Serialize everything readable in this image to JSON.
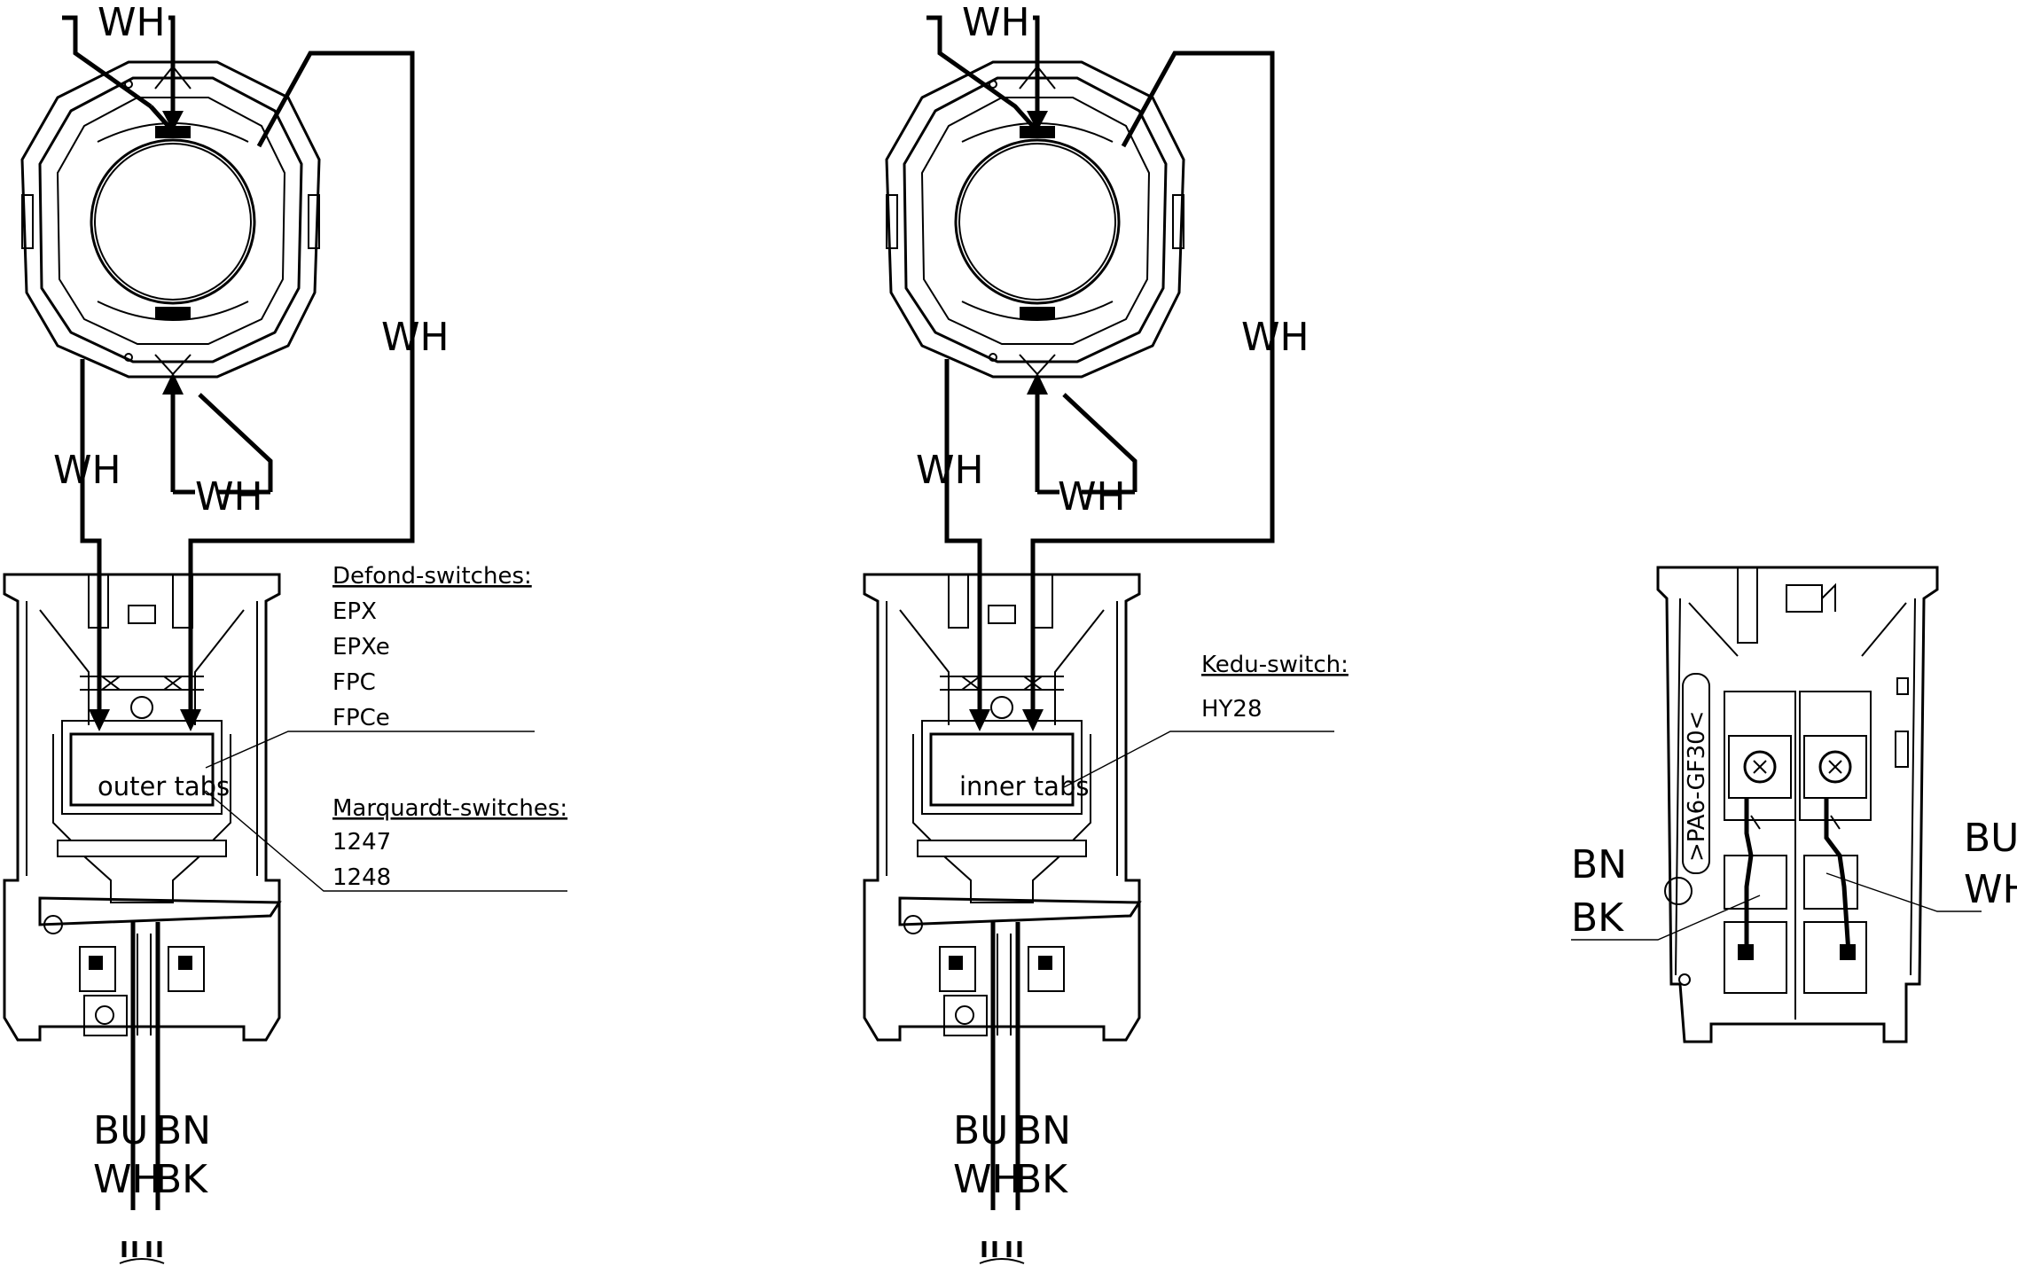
{
  "labels": {
    "wh": "WH",
    "bu": "BU",
    "bn": "BN",
    "bk": "BK"
  },
  "left_unit": {
    "tab_label": "outer tabs",
    "defond_header": "Defond-switches:",
    "defond_models": [
      "EPX",
      "EPXe",
      "FPC",
      "FPCe"
    ],
    "marquardt_header": "Marquardt-switches:",
    "marquardt_models": [
      "1247",
      "1248"
    ]
  },
  "middle_unit": {
    "tab_label": "inner tabs",
    "kedu_header": "Kedu-switch:",
    "kedu_models": [
      "HY28"
    ]
  },
  "right_unit": {
    "housing_marking": ">PA6-GF30<"
  }
}
